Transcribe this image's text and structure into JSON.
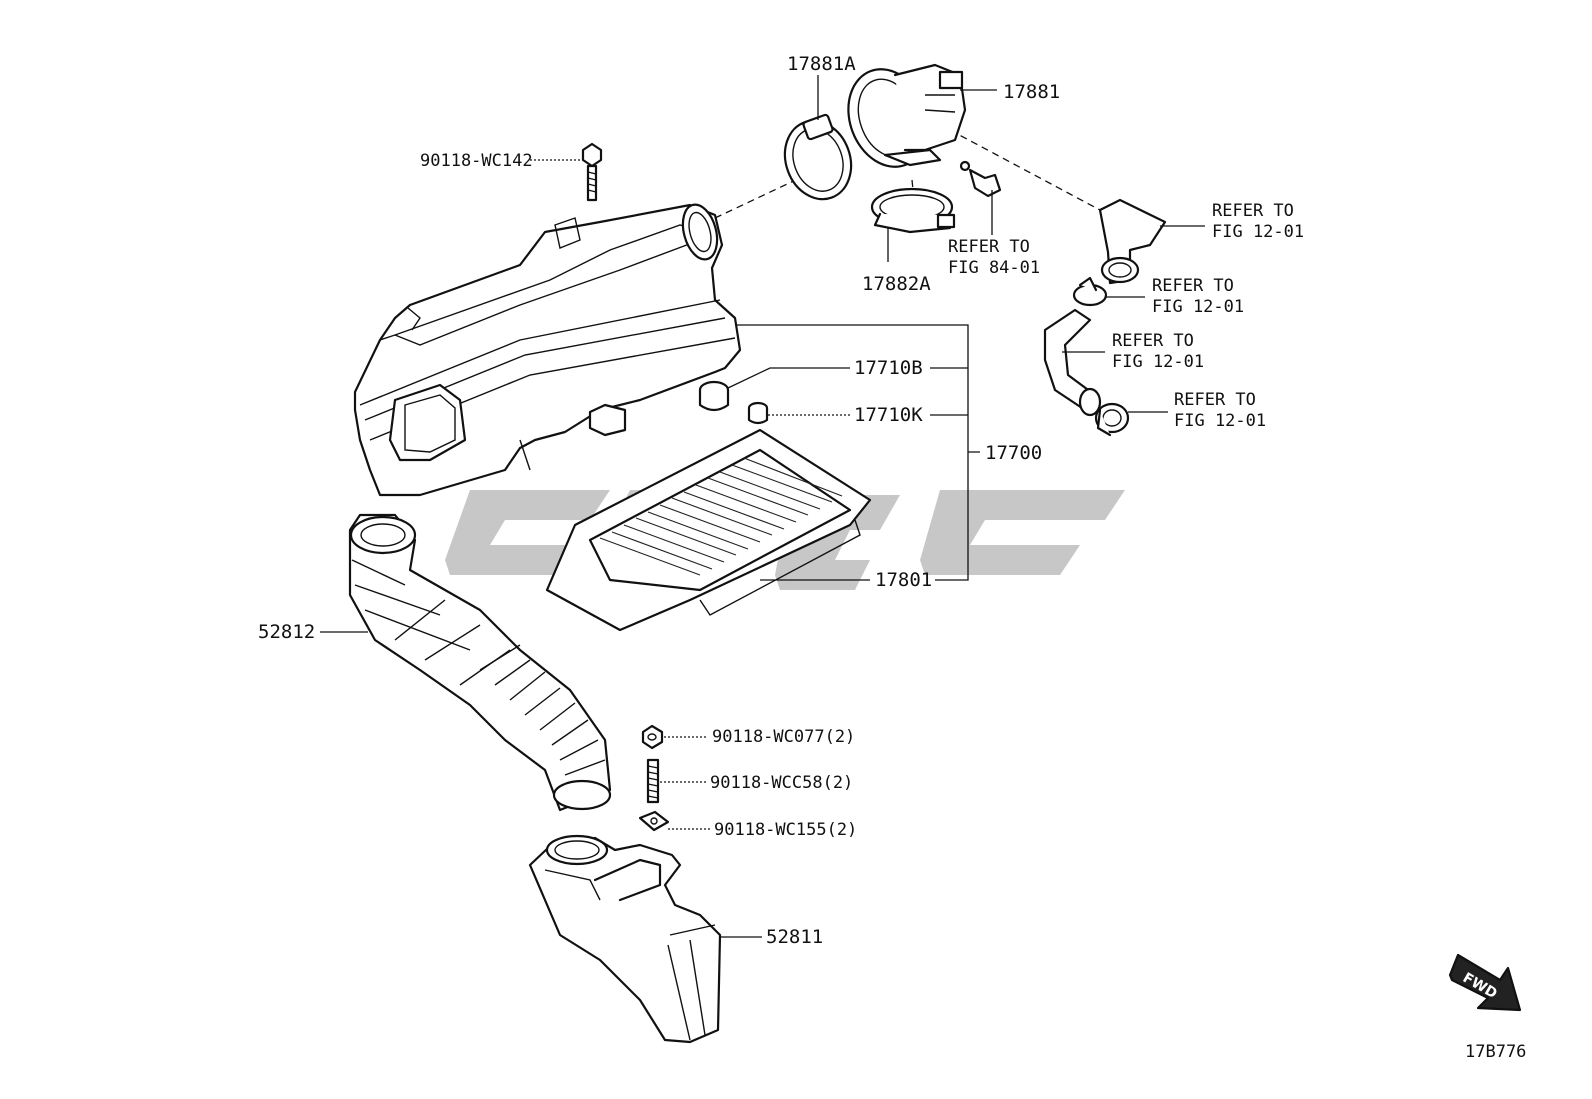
{
  "labels": {
    "p17881A": "17881A",
    "p17881": "17881",
    "p90118_WC142": "90118-WC142",
    "p17882A": "17882A",
    "refer_84_line1": "REFER TO",
    "refer_84_line2": "FIG 84-01",
    "refer_a_line1": "REFER TO",
    "refer_a_line2": "FIG 12-01",
    "refer_b_line1": "REFER TO",
    "refer_b_line2": "FIG 12-01",
    "refer_c_line1": "REFER TO",
    "refer_c_line2": "FIG 12-01",
    "refer_d_line1": "REFER TO",
    "refer_d_line2": "FIG 12-01",
    "p17710B": "17710B",
    "p17710K": "17710K",
    "p17700": "17700",
    "p17801": "17801",
    "p52812": "52812",
    "p90118_WC077": "90118-WC077(2)",
    "p90118_WCC58": "90118-WCC58(2)",
    "p90118_WC155": "90118-WC155(2)",
    "p52811": "52811",
    "fwd": "FWD",
    "diagram_code": "17B776"
  },
  "icons": {
    "fwd_arrow": "fwd-arrow-icon",
    "watermark": "watermark-logo"
  },
  "colors": {
    "line": "#111111",
    "watermark": "#bdbdbd",
    "background": "#ffffff"
  }
}
